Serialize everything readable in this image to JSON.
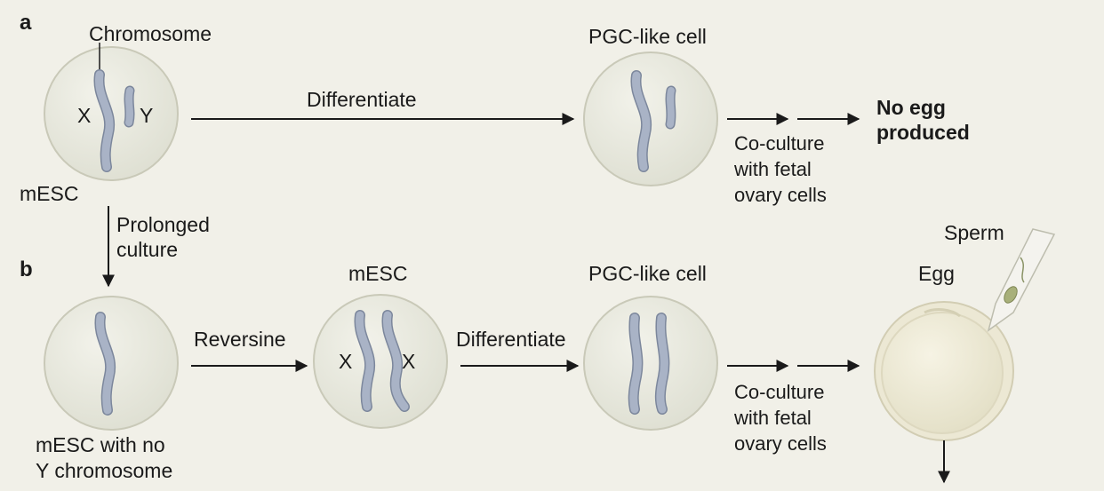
{
  "panel_a": {
    "letter": "a",
    "chromosome_label": "Chromosome",
    "x_label": "X",
    "y_label": "Y",
    "start_cell": "mESC",
    "step": "Differentiate",
    "pgc_label": "PGC-like cell",
    "coculture": [
      "Co-culture",
      "with fetal",
      "ovary cells"
    ],
    "result": [
      "No egg",
      "produced"
    ]
  },
  "transition": [
    "Prolonged",
    "culture"
  ],
  "panel_b": {
    "letter": "b",
    "start_cell": [
      "mESC with no",
      "Y chromosome"
    ],
    "step1": "Reversine",
    "mesc_label": "mESC",
    "x_label_left": "X",
    "x_label_right": "X",
    "step2": "Differentiate",
    "pgc_label": "PGC-like cell",
    "coculture": [
      "Co-culture",
      "with fetal",
      "ovary cells"
    ],
    "egg_label": "Egg",
    "sperm_label": "Sperm"
  },
  "colors": {
    "background": "#f1f0e8",
    "cell_fill": "#e8e8de",
    "cell_stroke": "#c9c9b8",
    "chromosome": "#a9b3c6",
    "chromosome_stroke": "#7c879c",
    "sperm": "#a8b07a"
  }
}
